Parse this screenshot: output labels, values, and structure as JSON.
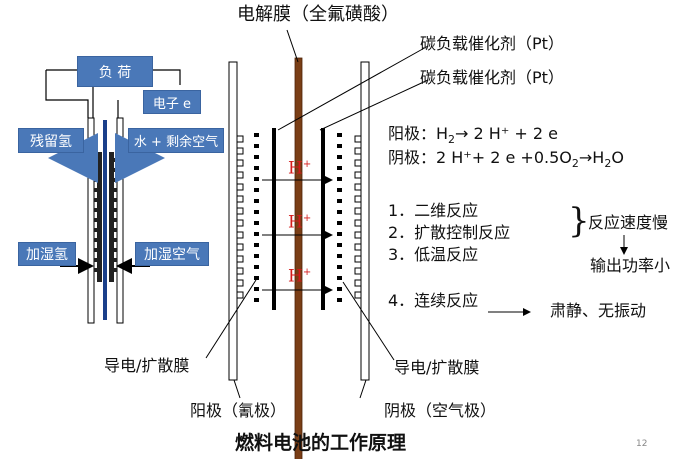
{
  "title": "燃料电池的工作原理",
  "electrolyte_label": "电解膜（全氟磺酸）",
  "catalyst_label_1": "碳负载催化剂（Pt）",
  "catalyst_label_2": "碳负载催化剂（Pt）",
  "small_diagram": {
    "load": "负 荷",
    "electron": "电子 e",
    "residual_h2": "残留氢",
    "water_air": "水 + 剩余空气",
    "humid_h2": "加湿氢",
    "humid_air": "加湿空气"
  },
  "reactions": {
    "anode_prefix": "阳极：H",
    "anode_sub": "2",
    "anode_suffix": "→ 2 H⁺ + 2 e",
    "cathode_prefix": "阴极：2 H⁺+ 2 e +0.5O",
    "cathode_sub": "2",
    "cathode_mid": "→H",
    "cathode_sub2": "2",
    "cathode_suffix": "O"
  },
  "reaction_list": {
    "item1": "1．二维反应",
    "item2": "2．扩散控制反应",
    "item3": "3．低温反应",
    "item4": "4．连续反应",
    "brace_result": "反应速度慢",
    "brace_result2": "输出功率小",
    "item4_result": "肃静、无振动"
  },
  "proton_label": "H",
  "proton_sup": "+",
  "diffusion_left": "导电/扩散膜",
  "diffusion_right": "导电/扩散膜",
  "anode_label": "阳极（氰极）",
  "cathode_label": "阴极（空气极）",
  "page_number": "12"
}
